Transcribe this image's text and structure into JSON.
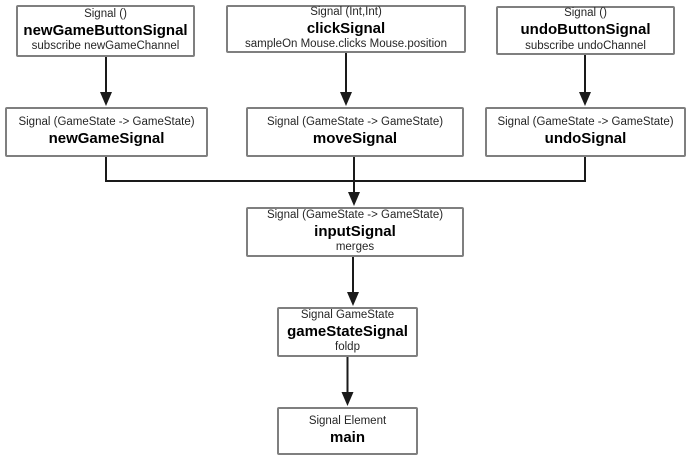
{
  "diagram": {
    "background_color": "#ffffff",
    "box_border_color": "#7f7f7f",
    "arrow_color": "#1a1a1a",
    "nodes": {
      "newGameButtonSignal": {
        "type_line": "Signal ()",
        "name": "newGameButtonSignal",
        "detail": "subscribe newGameChannel"
      },
      "clickSignal": {
        "type_line": "Signal (Int,Int)",
        "name": "clickSignal",
        "detail": "sampleOn Mouse.clicks Mouse.position"
      },
      "undoButtonSignal": {
        "type_line": "Signal ()",
        "name": "undoButtonSignal",
        "detail": "subscribe undoChannel"
      },
      "newGameSignal": {
        "type_line": "Signal (GameState -> GameState)",
        "name": "newGameSignal",
        "detail": ""
      },
      "moveSignal": {
        "type_line": "Signal (GameState -> GameState)",
        "name": "moveSignal",
        "detail": ""
      },
      "undoSignal": {
        "type_line": "Signal (GameState -> GameState)",
        "name": "undoSignal",
        "detail": ""
      },
      "inputSignal": {
        "type_line": "Signal (GameState -> GameState)",
        "name": "inputSignal",
        "detail": "merges"
      },
      "gameStateSignal": {
        "type_line": "Signal GameState",
        "name": "gameStateSignal",
        "detail": "foldp"
      },
      "main": {
        "type_line": "Signal Element",
        "name": "main",
        "detail": ""
      }
    },
    "edges": [
      {
        "from": "newGameButtonSignal",
        "to": "newGameSignal"
      },
      {
        "from": "clickSignal",
        "to": "moveSignal"
      },
      {
        "from": "undoButtonSignal",
        "to": "undoSignal"
      },
      {
        "from": "newGameSignal",
        "to": "inputSignal"
      },
      {
        "from": "moveSignal",
        "to": "inputSignal"
      },
      {
        "from": "undoSignal",
        "to": "inputSignal"
      },
      {
        "from": "inputSignal",
        "to": "gameStateSignal"
      },
      {
        "from": "gameStateSignal",
        "to": "main"
      }
    ]
  }
}
